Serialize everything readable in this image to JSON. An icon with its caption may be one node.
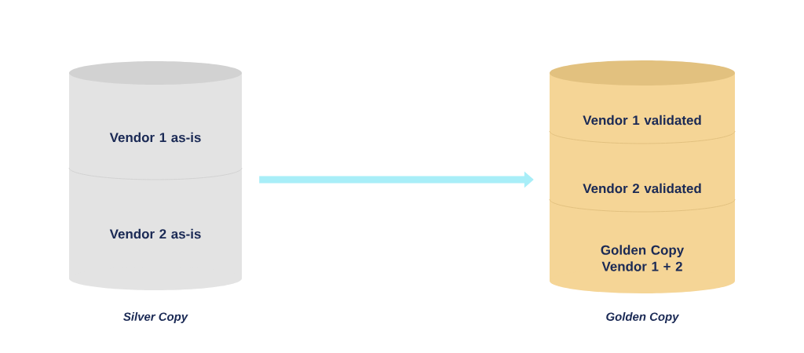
{
  "diagram": {
    "nodes": [
      {
        "text": [],
        "shape": "cylinder",
        "beside": [
          "Silver Copy"
        ]
      },
      {
        "text": [
          "Vendor 1 as-is"
        ],
        "in": 0
      },
      {
        "text": [
          "Vendor 2 as-is"
        ],
        "in": 0
      },
      {
        "text": [],
        "shape": "cylinder",
        "beside": [
          "Golden Copy"
        ]
      },
      {
        "text": [
          "Vendor 1 validated"
        ],
        "in": 3
      },
      {
        "text": [
          "Vendor 2 validated"
        ],
        "in": 3
      },
      {
        "text": [
          "Golden Copy Vendor 1 + 2"
        ],
        "in": 3
      }
    ],
    "edges": [
      {
        "from": 0,
        "to": 3,
        "arrow": "to"
      }
    ]
  }
}
